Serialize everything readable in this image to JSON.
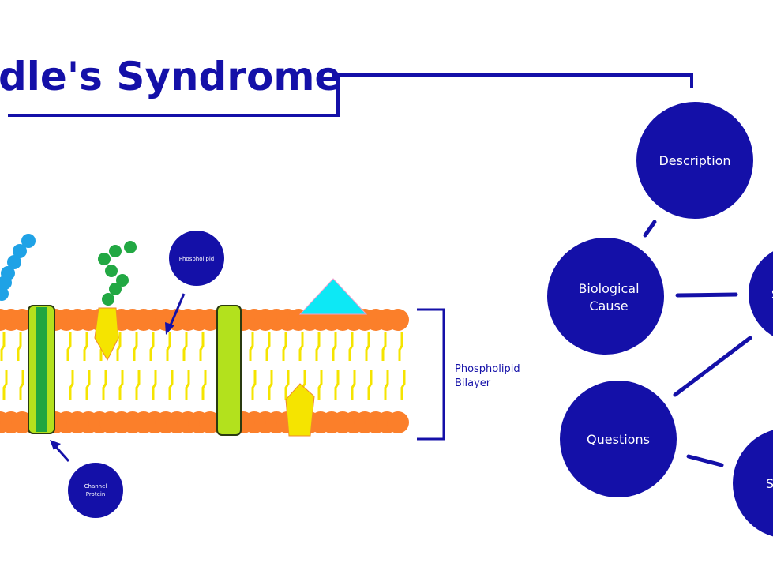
{
  "title": "dle's Syndrome",
  "colors": {
    "primary": "#1410a8",
    "membrane_head": "#fb7f2a",
    "tail": "#f5e400",
    "channel_light": "#b3e11d",
    "channel_dark": "#1fa640",
    "carb_blue": "#1fa2e6",
    "carb_green": "#22a843",
    "triangle": "#0de8f5"
  },
  "membrane": {
    "phospholipid_label": "Phospholipid",
    "channel_protein_label": [
      "Channel",
      "Protein"
    ],
    "bilayer_label": [
      "Phospholipid",
      "Bilayer"
    ]
  },
  "nodes": [
    {
      "id": "description",
      "label": [
        "Description"
      ]
    },
    {
      "id": "biological-cause",
      "label": [
        "Biological",
        "Cause"
      ]
    },
    {
      "id": "right-partial",
      "label": [
        "S"
      ]
    },
    {
      "id": "questions",
      "label": [
        "Questions"
      ]
    },
    {
      "id": "bottom-right-partial",
      "label": [
        "S"
      ]
    }
  ]
}
